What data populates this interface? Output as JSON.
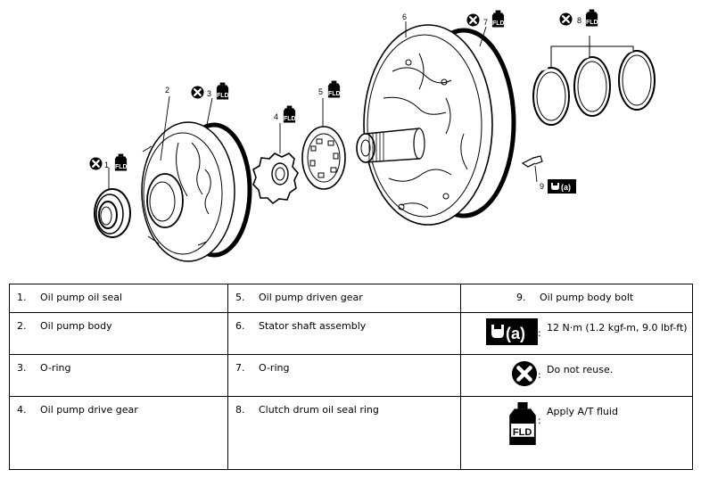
{
  "callouts": [
    {
      "num": "1",
      "symbols": [
        "no-reuse",
        "fld"
      ]
    },
    {
      "num": "2",
      "symbols": []
    },
    {
      "num": "3",
      "symbols": [
        "no-reuse",
        "fld"
      ]
    },
    {
      "num": "4",
      "symbols": [
        "fld"
      ]
    },
    {
      "num": "5",
      "symbols": [
        "fld"
      ]
    },
    {
      "num": "6",
      "symbols": []
    },
    {
      "num": "7",
      "symbols": [
        "no-reuse",
        "fld"
      ]
    },
    {
      "num": "8",
      "symbols": [
        "no-reuse",
        "fld"
      ]
    },
    {
      "num": "9",
      "symbols": [
        "torque-a"
      ]
    }
  ],
  "fld_text": "FLD",
  "torque_text": "(a)",
  "legend": {
    "parts": [
      {
        "num": "1.",
        "label": "Oil pump oil seal"
      },
      {
        "num": "2.",
        "label": "Oil pump body"
      },
      {
        "num": "3.",
        "label": "O-ring"
      },
      {
        "num": "4.",
        "label": "Oil pump drive gear"
      },
      {
        "num": "5.",
        "label": "Oil pump driven gear"
      },
      {
        "num": "6.",
        "label": "Stator shaft assembly"
      },
      {
        "num": "7.",
        "label": "O-ring"
      },
      {
        "num": "8.",
        "label": "Clutch drum oil seal ring"
      },
      {
        "num": "9.",
        "label": "Oil pump body bolt"
      }
    ],
    "symbols": [
      {
        "icon": "torque-wrench-icon",
        "colon": ":",
        "text": "12 N·m (1.2 kgf-m, 9.0 lbf-ft)"
      },
      {
        "icon": "do-not-reuse-icon",
        "colon": ":",
        "text": "Do not reuse."
      },
      {
        "icon": "fluid-bottle-icon",
        "colon": ":",
        "text": "Apply A/T fluid"
      }
    ]
  }
}
